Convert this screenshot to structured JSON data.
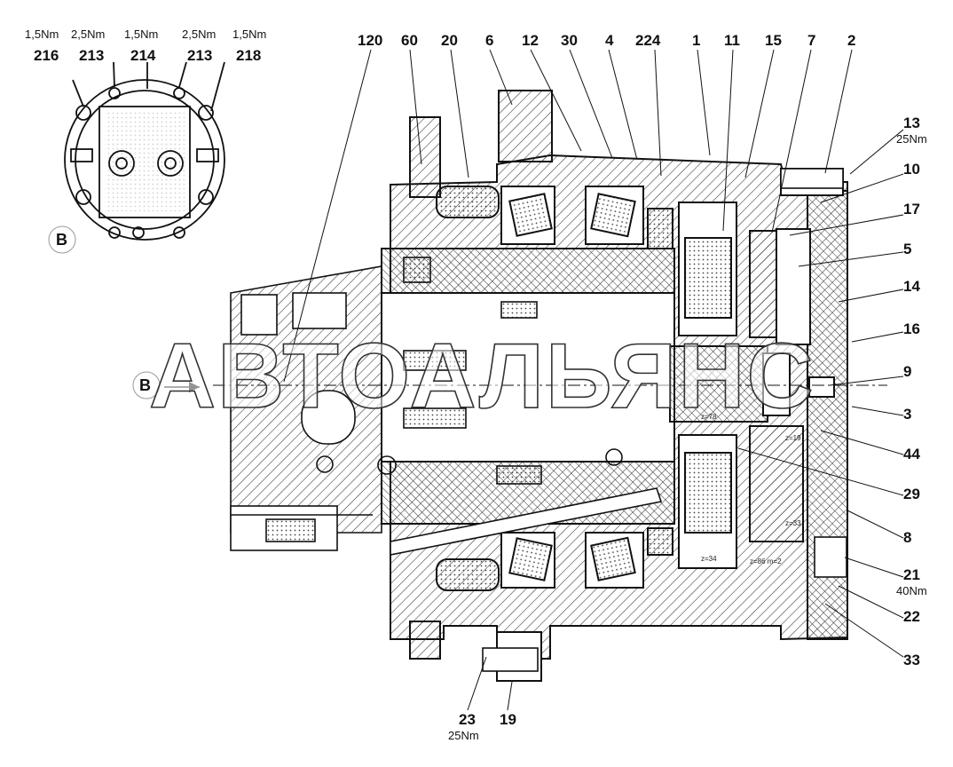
{
  "callouts": {
    "c120": "120",
    "c60": "60",
    "c20": "20",
    "c6": "6",
    "c12": "12",
    "c30": "30",
    "c4": "4",
    "c224": "224",
    "c1": "1",
    "c11": "11",
    "c15": "15",
    "c7": "7",
    "c2": "2",
    "c13": "13",
    "c10": "10",
    "c17": "17",
    "c5": "5",
    "c14": "14",
    "c16": "16",
    "c9": "9",
    "c3": "3",
    "c44": "44",
    "c29": "29",
    "c8": "8",
    "c21": "21",
    "c22": "22",
    "c33": "33",
    "c23": "23",
    "c19": "19",
    "c216": "216",
    "c213a": "213",
    "c214": "214",
    "c213b": "213",
    "c218": "218"
  },
  "torques": {
    "t216": "1,5Nm",
    "t213a": "2,5Nm",
    "t214": "1,5Nm",
    "t213b": "2,5Nm",
    "t218": "1,5Nm",
    "t13": "25Nm",
    "t21": "40Nm",
    "t23": "25Nm"
  },
  "view": {
    "inset_label": "B",
    "arrow_label": "B"
  },
  "gear_notes": {
    "z78": "z=78",
    "z19": "z=19",
    "z33": "z=33",
    "z34": "z=34",
    "z86": "z=86  m=2"
  },
  "watermark": {
    "text": "АВТОАЛЬЯНС"
  },
  "colors": {
    "ink": "#111111",
    "hatch": "#333333",
    "background": "#ffffff"
  }
}
